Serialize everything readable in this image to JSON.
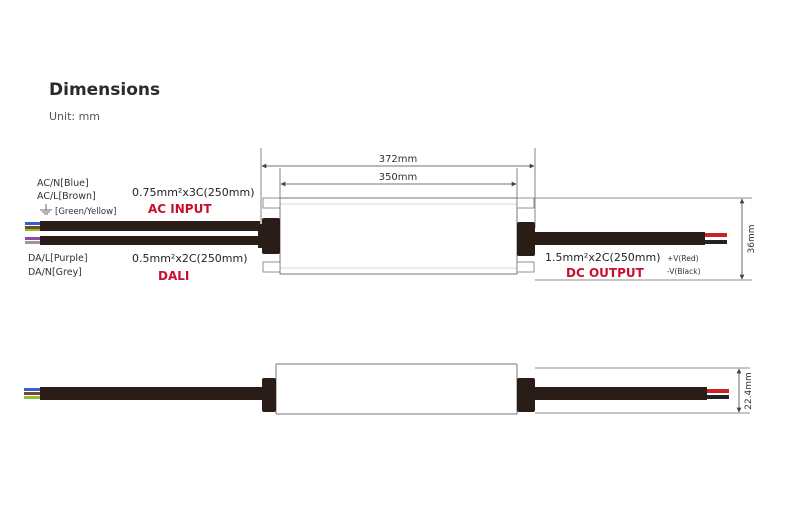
{
  "header": {
    "title": "Dimensions",
    "unit": "Unit: mm"
  },
  "dimensions": {
    "overall_length": "372mm",
    "body_length": "350mm",
    "height": "36mm",
    "depth": "22.4mm"
  },
  "input_wires": {
    "ac_n": "AC/N[Blue]",
    "ac_l": "AC/L[Brown]",
    "earth": "[Green/Yellow]",
    "ac_cable": "0.75mm²x3C(250mm)",
    "ac_title": "AC INPUT",
    "da_l": "DA/L[Purple]",
    "da_n": "DA/N[Grey]",
    "dali_cable": "0.5mm²x2C(250mm)",
    "dali_title": "DALI"
  },
  "output_wires": {
    "dc_cable": "1.5mm²x2C(250mm)",
    "dc_title": "DC OUTPUT",
    "v_pos": "+V(Red)",
    "v_neg": "-V(Black)"
  },
  "colors": {
    "accent_red": "#c8102e",
    "cable": "#2a1d17",
    "outline": "#666666"
  }
}
